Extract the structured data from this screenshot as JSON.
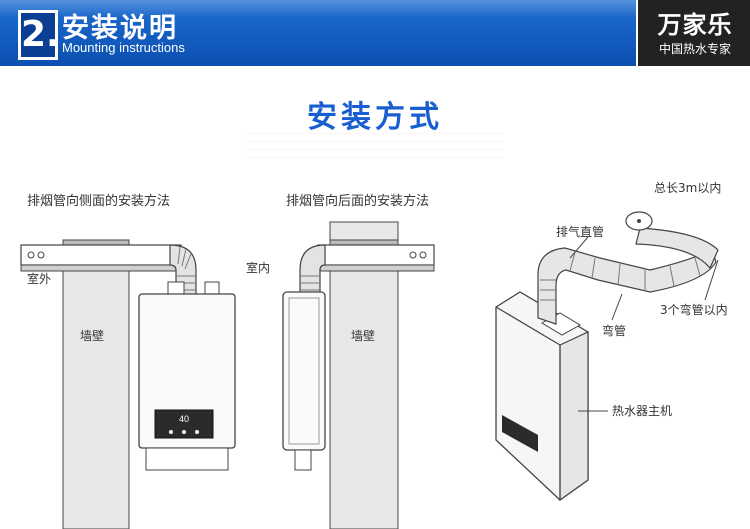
{
  "header": {
    "number": "2.",
    "title_cn": "安装说明",
    "title_en": "Mounting instructions",
    "brand_name": "万家乐",
    "brand_slogan": "中国热水专家",
    "bg_color": "#1262c4"
  },
  "section": {
    "title": "安装方式",
    "title_color": "#1a5fd1"
  },
  "diagram_left": {
    "caption": "排烟管向侧面的安装方法",
    "outdoor_label": "室外",
    "wall_label": "墙壁",
    "display_value": "40"
  },
  "diagram_middle": {
    "caption": "排烟管向后面的安装方法",
    "indoor_label": "室内",
    "wall_label": "墙壁"
  },
  "diagram_right": {
    "total_length_label": "总长3m以内",
    "exhaust_pipe_label": "排气直管",
    "elbow_label": "弯管",
    "elbow_count_label": "3个弯管以内",
    "heater_label": "热水器主机"
  }
}
